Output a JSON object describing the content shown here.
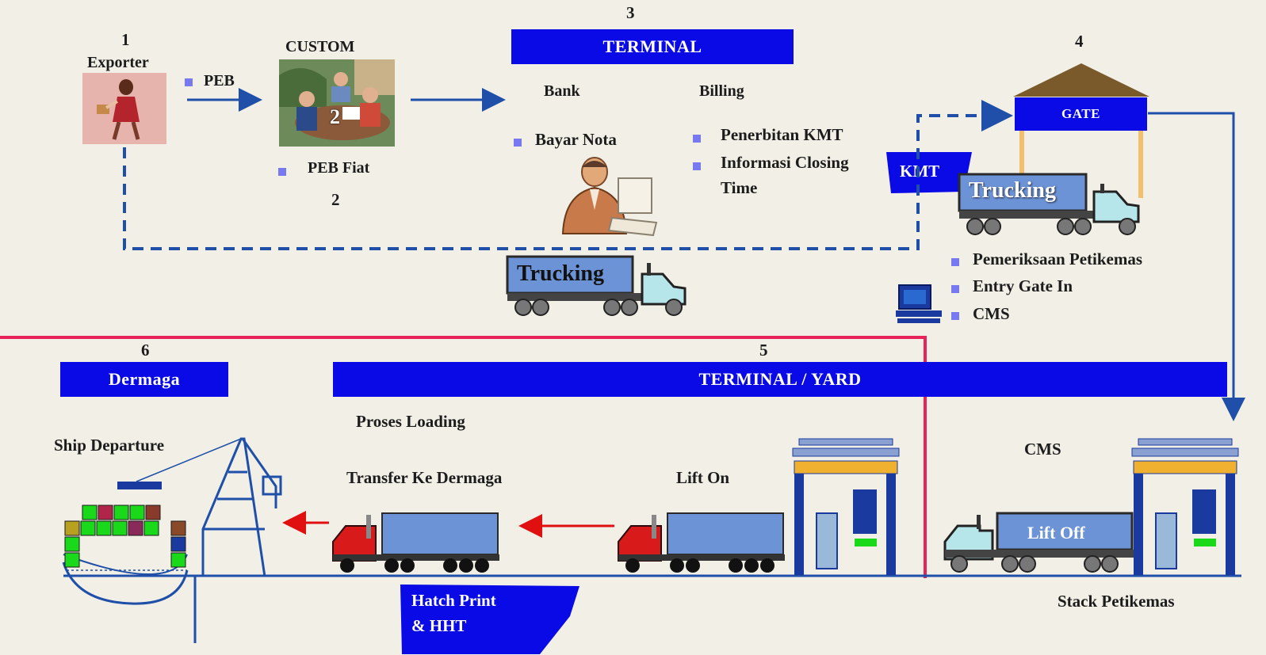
{
  "steps": {
    "s1": "1",
    "s2": "2",
    "s3": "3",
    "s4": "4",
    "s5": "5",
    "s6": "6"
  },
  "exporter": {
    "label": "Exporter",
    "arrow_label": "PEB"
  },
  "custom": {
    "label": "CUSTOM",
    "fiat": "PEB  Fiat",
    "photo_number": "2"
  },
  "terminal": {
    "header": "TERMINAL",
    "bank": "Bank",
    "billing": "Billing",
    "bank_items": [
      "Bayar Nota"
    ],
    "billing_items": [
      "Penerbitan KMT",
      "Informasi Closing",
      "Time"
    ]
  },
  "gate": {
    "label": "GATE",
    "kmt_tag": "KMT",
    "truck_label": "Trucking",
    "checks": [
      "Pemeriksaan Petikemas",
      "Entry Gate In",
      "CMS"
    ]
  },
  "middle_truck": {
    "label": "Trucking"
  },
  "dermaga": {
    "header": "Dermaga",
    "ship_departure": "Ship Departure"
  },
  "yard": {
    "header": "TERMINAL / YARD",
    "proses_loading": "Proses Loading",
    "transfer": "Transfer Ke Dermaga",
    "lift_on": "Lift  On",
    "cms": "CMS",
    "lift_off": "Lift  Off",
    "stack": "Stack Petikemas",
    "hatch_line1": "Hatch Print",
    "hatch_line2": "& HHT"
  },
  "colors": {
    "header_blue": "#0a0ae6",
    "flow_blue": "#1f4fa8",
    "divider_red": "#e8235a",
    "arrow_red": "#e01010",
    "background": "#f2f0e6"
  }
}
